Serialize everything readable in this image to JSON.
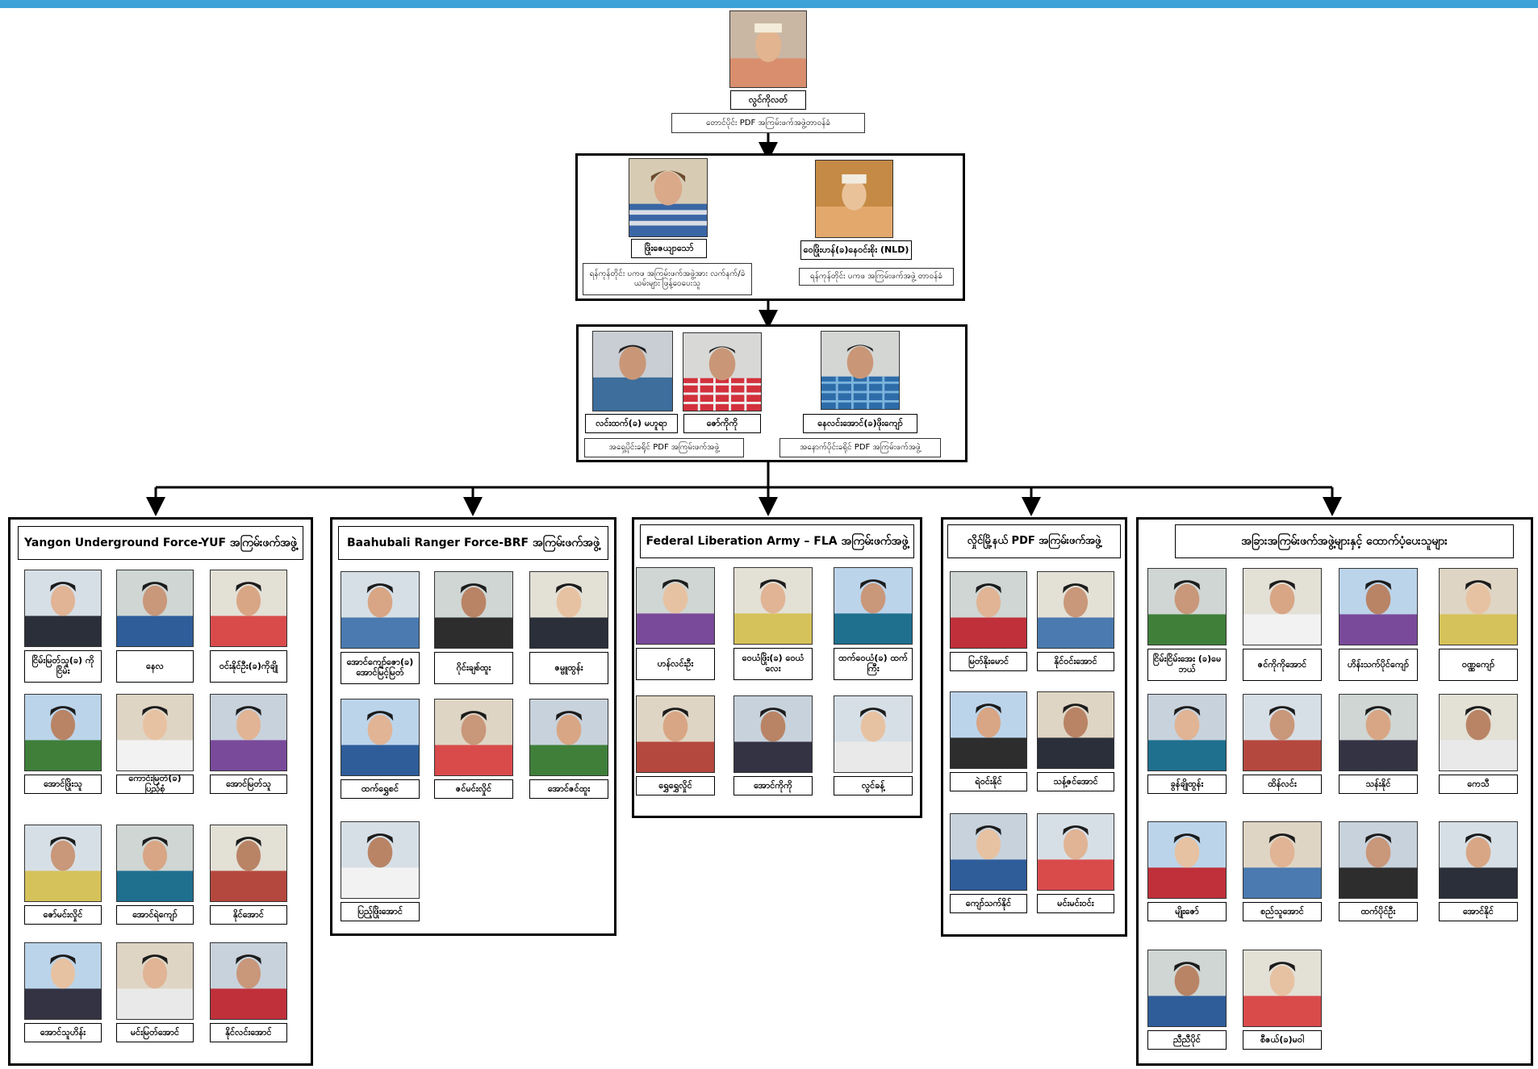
{
  "top": {
    "name": "လွင်ကိုလတ်",
    "role": "တောင်ပိုင်း PDF အကြမ်းဖက်အဖွဲ့တာဝန်ခံ"
  },
  "tier2": [
    {
      "name": "ဖြိုးဇေယျာသော်",
      "role": "ရန်ကုန်တိုင်း ပကဖ အကြမ်းဖက်အဖွဲ့အား လက်နက်/ခဲယမ်းများ ဖြန့်ဝေပေးသူ"
    },
    {
      "name": "ဝေဖြိုးဟန်(ခ)နေဝင်းစိုး (NLD)",
      "role": "ရန်ကုန်တိုင်း ပကဖ အကြမ်းဖက်အဖွဲ့ တာဝန်ခံ"
    }
  ],
  "tier3": {
    "people": [
      {
        "name": "လင်းထက်(ခ) မဟူရာ"
      },
      {
        "name": "ဇော်ကိုကို"
      },
      {
        "name": "နေလင်းအောင်(ခ)ဖိုးကျော်"
      }
    ],
    "roles": [
      "အရှေ့ပိုင်းခရိုင် PDF အကြမ်းဖက်အဖွဲ့",
      "အနောက်ပိုင်းခရိုင် PDF အကြမ်းဖက်အဖွဲ့"
    ]
  },
  "groups": [
    {
      "title": "Yangon Underground Force-YUF အကြမ်းဖက်အဖွဲ့",
      "members": [
        "ငြိမ်းမြတ်သူ(ခ) ကိုငြိမ်း",
        "နေလ",
        "ဝင်းနိုင်ဦး(ခ)ကိုချို",
        "အောင်ဖြိုးသူ",
        "ကောင်းမြတ်(ခ) ပြည့်စုံ",
        "အောင်မြတ်သူ",
        "ဇော်မင်းလှိုင်",
        "အောင်ရဲကျော်",
        "နိုင်အောင်",
        "အောင်သူဟိန်း",
        "မင်းမြတ်အောင်",
        "နိုင်လင်းအောင်"
      ]
    },
    {
      "title": "Baahubali Ranger Force-BRF အကြမ်းဖက်အဖွဲ့",
      "members": [
        "အောင်ကျော်ဇော(ခ) အောင်မြင့်မြတ်",
        "ဂိုင်းချစ်ထူး",
        "ဇမ္ဗူထွန်း",
        "ထက်ရွှေစင်",
        "ဇင်မင်းလှိုင်",
        "အောင်ဇင်ထူး",
        "ပြည့်ဖြိုးအောင်"
      ]
    },
    {
      "title": "Federal Liberation Army – FLA အကြမ်းဖက်အဖွဲ့",
      "members": [
        "ဟန်လင်းဦး",
        "ဝေယံဖြိုး(ခ) ဝေယံလေး",
        "ထက်ဝေယံ(ခ) ထက်ကြီး",
        "ရွှေရွှေလှိုင်",
        "အောင်ကိုကို",
        "လွင်ခန့်"
      ]
    },
    {
      "title": "လှိုင်မြို့နယ် PDF အကြမ်းဖက်အဖွဲ့",
      "members": [
        "မြတ်နိုးမောင်",
        "နိုင်ဝင်းအောင်",
        "ရဲဝင်းနိုင်",
        "သန့်ဇင်အောင်",
        "ကျော်သက်နိုင်",
        "မင်းမင်းဝင်း"
      ]
    },
    {
      "title": "အခြားအကြမ်းဖက်အဖွဲ့များနှင့် ထောက်ပံ့ပေးသူများ",
      "members": [
        "ငြိမ်းငြိမ်းအေး (ခ)မေဘယ်",
        "ဇင်ကိုကိုအောင်",
        "ဟိန်းသက်ပိုင်ကျော်",
        "ဝဏ္ဏကျော်",
        "ခွန်ချိုထွန်း",
        "ထိန်လင်း",
        "သန်းနိုင်",
        "ကေသီ",
        "မျိုးဇော်",
        "စည်သူအောင်",
        "ထက်ပိုင်ဦး",
        "အောင်နိုင်",
        "ညီညီပိုင်",
        "စီဇယ်(ခ)မဝါ"
      ]
    }
  ]
}
